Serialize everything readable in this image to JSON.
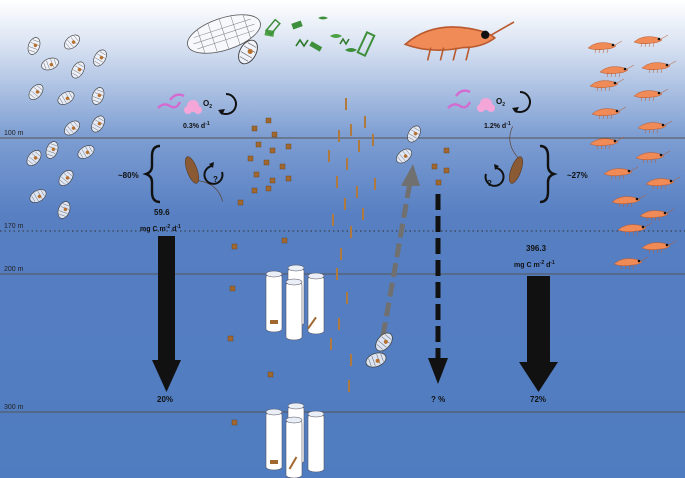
{
  "depth_labels": {
    "d100": "100 m",
    "d170": "170 m",
    "d200": "200 m",
    "d300": "300 m"
  },
  "left": {
    "retention_pct": "~80%",
    "respiration_rate": "0.3% d",
    "rate_exponent": "-1",
    "flux_value": "59.6",
    "flux_unit_prefix": "mg C m",
    "flux_unit_exp1": "-2",
    "flux_unit_mid": " d",
    "flux_unit_exp2": "-1",
    "transfer_pct": "20%"
  },
  "middle": {
    "transfer_pct": "? %"
  },
  "right": {
    "retention_pct": "~27%",
    "respiration_rate": "1.2% d",
    "rate_exponent": "-1",
    "flux_value": "396.3",
    "flux_unit_prefix": "mg C m",
    "flux_unit_exp1": "-2",
    "flux_unit_mid": " d",
    "flux_unit_exp2": "-1",
    "transfer_pct": "72%"
  },
  "oxygen_label": "O",
  "oxygen_sub": "2",
  "unknown_mark": "?",
  "colors": {
    "surface": "#ffffff",
    "shallow": "#9fb4dc",
    "mid": "#6a8dcb",
    "deep": "#4f7ec1",
    "fecal_pellet": "#a0682e",
    "krill": "#f08a56",
    "arrow": "#111111",
    "migration_arrow": "#707070",
    "respiration_cloud": "#f4a6d9",
    "mucus": "#d46bd0",
    "trap": "#ffffff"
  },
  "icons": {
    "salp": "salp-icon",
    "krill": "krill-icon",
    "copepod": "copepod-icon",
    "sediment_trap": "sediment-trap-icon",
    "respiration_loop": "respiration-loop-icon",
    "phytoplankton": "phytoplankton-icon"
  }
}
